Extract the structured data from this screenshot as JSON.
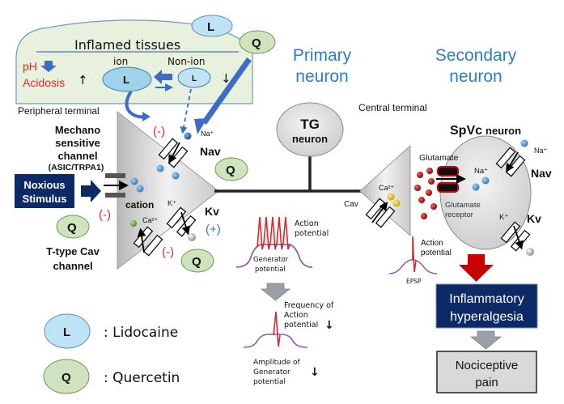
{
  "colors": {
    "lidocaine_fill": "#bfe3f5",
    "quercetin_fill": "#cfe3bf",
    "tissue_fill": "#e8f1dd",
    "blue_arrow": "#3a6cc8",
    "dark_navy": "#0e2a66",
    "red": "#e0262b",
    "title_blue": "#2e7ec4",
    "grey_neuron": "#d6d6d6",
    "purple_wave": "#8a5cc0"
  },
  "inflamed_tissues": {
    "title": "Inflamed tissues",
    "ph_label": "pH",
    "acidosis_label": "Acidosis",
    "up_arrow": "↑",
    "down_arrow": "↓",
    "ion_label": "ion",
    "non_ion_label": "Non-ion",
    "ion_drug": "L",
    "non_ion_drug": "L"
  },
  "drugs_top": {
    "lidocaine": "L",
    "quercetin": "Q"
  },
  "primary_neuron": {
    "title_line1": "Primary",
    "title_line2": "neuron",
    "tg_line1": "TG",
    "tg_line2": "neuron",
    "central_terminal": "Central terminal",
    "peripheral_terminal": "Peripheral terminal"
  },
  "peripheral": {
    "mechano_line1": "Mechano",
    "mechano_line2": "sensitive",
    "mechano_line3": "channel",
    "mechano_sub": "(ASIC/TRPA1)",
    "noxious_line1": "Noxious",
    "noxious_line2": "Stimulus",
    "cation": "cation",
    "na_ion": "Na⁺",
    "k_ion": "K⁺",
    "ca_ion": "Ca²⁺",
    "nav": "Nav",
    "kv": "Kv",
    "minus_nav": "(-)",
    "minus_mechano": "(-)",
    "minus_cav": "(-)",
    "plus_kv": "(+)",
    "q_nav": "Q",
    "q_kv": "Q",
    "q_ttype": "Q",
    "ttype_line1": "T-type Cav",
    "ttype_line2": "channel"
  },
  "waveforms": {
    "action_potential_line1": "Action",
    "action_potential_line2": "potential",
    "generator_line1": "Generator",
    "generator_line2": "potential",
    "freq_line1": "Frequency of",
    "freq_line2": "Action",
    "freq_line3": "potential",
    "amp_line1": "Amplitude of",
    "amp_line2": "Generator",
    "amp_line3": "potential",
    "down_arrow": "↓"
  },
  "secondary_neuron": {
    "title_line1": "Secondary",
    "title_line2": "neuron",
    "spvc_bold": "SpVc",
    "spvc_rest": "neuron",
    "glutamate": "Glutamate",
    "receptor_line1": "Glutamate",
    "receptor_line2": "receptor",
    "na_ion": "Na⁺",
    "na_ion2": "Na⁺",
    "k_ion": "K⁺",
    "ca_ion": "Ca²⁺",
    "cav": "Cav",
    "nav": "Nav",
    "kv": "Kv",
    "ap_line1": "Action",
    "ap_line2": "potential",
    "epsp": "EPSP"
  },
  "outcomes": {
    "hyperalgesia_line1": "Inflammatory",
    "hyperalgesia_line2": "hyperalgesia",
    "pain_line1": "Nociceptive",
    "pain_line2": "pain"
  },
  "legend": {
    "items": [
      {
        "symbol": "L",
        "label": ": Lidocaine"
      },
      {
        "symbol": "Q",
        "label": ": Quercetin"
      }
    ]
  }
}
